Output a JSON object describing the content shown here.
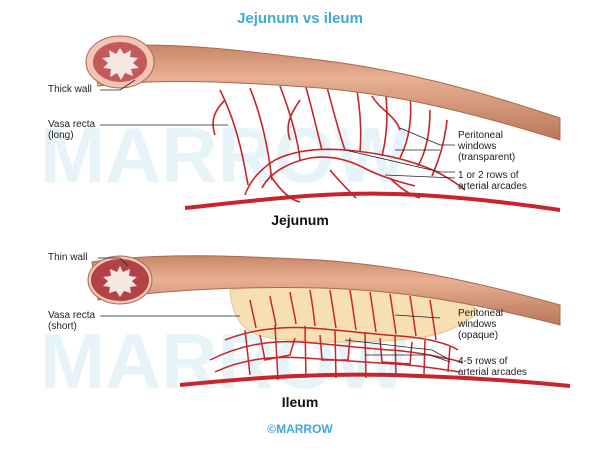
{
  "title": "Jejunum vs ileum",
  "colors": {
    "title": "#3fa9d8",
    "tube": "#d89a7c",
    "tube_shadow": "#b8765a",
    "vessel": "#c9232b",
    "mucosa": "#a93a3e",
    "fat": "#f6dfb3",
    "watermark": "#d7ecf4"
  },
  "watermark": "MARROW",
  "jejunum": {
    "caption": "Jejunum",
    "labels": {
      "thick_wall": "Thick wall",
      "vasa_recta": "Vasa recta\n(long)",
      "windows": "Peritoneal\nwindows\n(transparent)",
      "arcades": "1 or 2 rows of\narterial arcades"
    }
  },
  "ileum": {
    "caption": "Ileum",
    "labels": {
      "thin_wall": "Thin wall",
      "vasa_recta": "Vasa recta\n(short)",
      "windows": "Peritoneal\nwindows\n(opaque)",
      "arcades": "4-5 rows of\narterial arcades"
    }
  },
  "brand": "©MARROW"
}
